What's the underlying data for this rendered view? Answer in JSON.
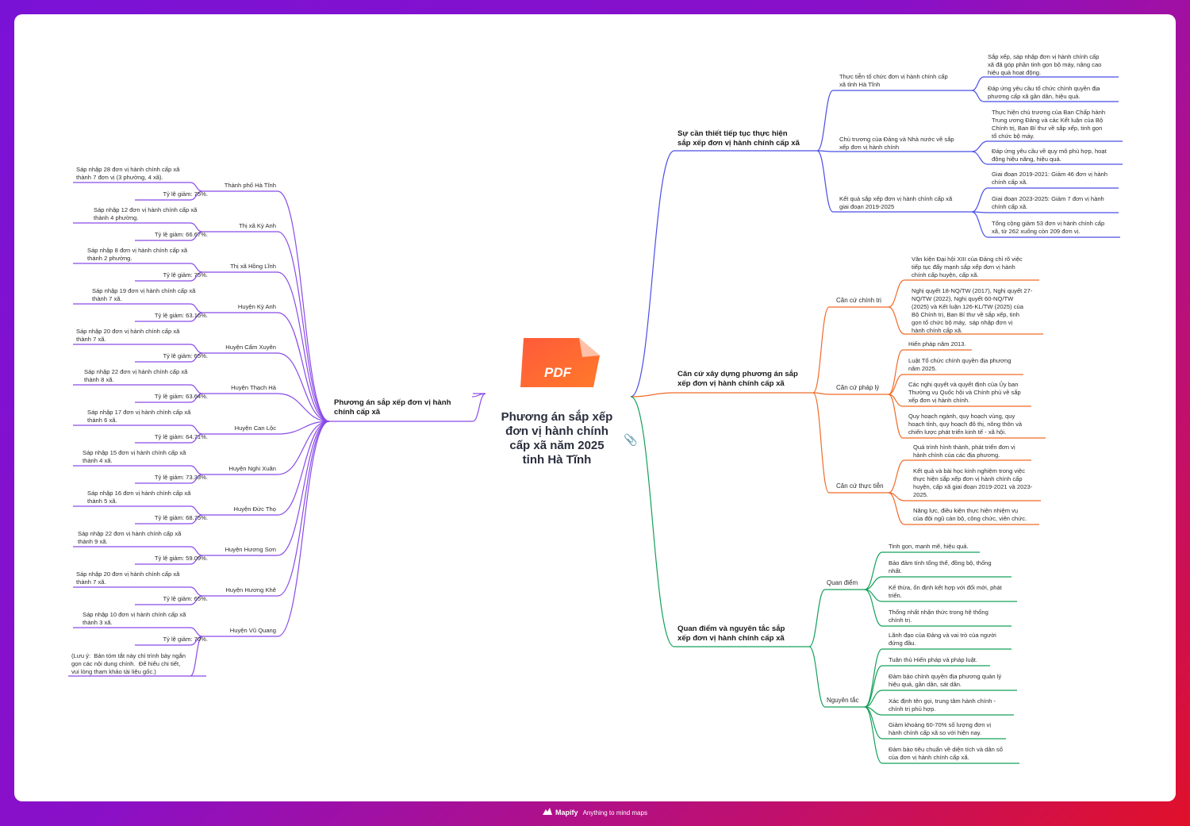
{
  "root": {
    "title": "Phương án sắp xếp\nđơn vị hành chính\ncấp xã năm 2025\ntỉnh Hà Tĩnh",
    "pdf_label": "PDF",
    "attachment_icon": "paperclip-icon"
  },
  "colors": {
    "blue": "#4a4ee6",
    "orange": "#ef6a28",
    "green": "#14a05a",
    "purple": "#8a4be8",
    "root_link": "#7a5be6"
  },
  "footer": {
    "brand": "Mapify",
    "tagline": "Anything to mind maps"
  },
  "right": {
    "branch1": {
      "title": "Sự cần thiết tiếp tục thực hiện\nsắp xếp đơn vị hành chính cấp xã",
      "sub": [
        {
          "label": "Thực tiễn tổ chức đơn vị hành chính cấp\nxã tỉnh Hà Tĩnh",
          "leaves": [
            "Sắp xếp, sáp nhập đơn vị hành chính cấp\nxã đã góp phần tinh gọn bộ máy, nâng cao\nhiệu quả hoạt động.",
            "Đáp ứng yêu cầu tổ chức chính quyền địa\nphương cấp xã gần dân, hiệu quả."
          ]
        },
        {
          "label": "Chủ trương của Đảng và Nhà nước về sắp\nxếp đơn vị hành chính",
          "leaves": [
            "Thực hiện chủ trương của Ban Chấp hành\nTrung ương Đảng và các Kết luận của Bộ\nChính trị, Ban Bí thư về sắp xếp, tinh gọn\ntổ chức bộ máy.",
            "Đáp ứng yêu cầu về quy mô phù hợp, hoạt\nđộng hiệu năng, hiệu quả."
          ]
        },
        {
          "label": "Kết quả sắp xếp đơn vị hành chính cấp xã\ngiai đoạn 2019-2025",
          "leaves": [
            "Giai đoạn 2019-2021: Giảm 46 đơn vị hành\nchính cấp xã.",
            "Giai đoạn 2023-2025: Giảm 7 đơn vị hành\nchính cấp xã.",
            "Tổng cộng giảm 53 đơn vị hành chính cấp\nxã, từ 262 xuống còn 209 đơn vị."
          ]
        }
      ]
    },
    "branch2": {
      "title": "Căn cứ xây dựng phương án sắp\nxếp đơn vị hành chính cấp xã",
      "sub": [
        {
          "label": "Căn cứ chính trị",
          "leaves": [
            "Văn kiện Đại hội XIII của Đảng chỉ rõ việc\ntiếp tục đẩy mạnh sắp xếp đơn vị hành\nchính cấp huyện, cấp xã.",
            "Nghị quyết 18-NQ/TW (2017), Nghị quyết 27-\nNQ/TW (2022), Nghị quyết 60-NQ/TW\n(2025) và Kết luận 126-KL/TW (2025) của\nBộ Chính trị, Ban Bí thư về sắp xếp, tinh\ngọn tổ chức bộ máy,  sáp nhập đơn vị\nhành chính cấp xã."
          ]
        },
        {
          "label": "Căn cứ pháp lý",
          "leaves": [
            "Hiến pháp năm 2013.",
            "Luật Tổ chức chính quyền địa phương\nnăm 2025.",
            "Các nghị quyết và quyết định của Ủy ban\nThường vụ Quốc hội và Chính phủ về sắp\nxếp đơn vị hành chính.",
            "Quy hoạch ngành, quy hoạch vùng, quy\nhoạch tỉnh, quy hoạch đô thị, nông thôn và\nchiến lược phát triển kinh tế - xã hội."
          ]
        },
        {
          "label": "Căn cứ thực tiễn",
          "leaves": [
            "Quá trình hình thành, phát triển đơn vị\nhành chính của các địa phương.",
            "Kết quả và bài học kinh nghiệm trong việc\nthực hiện sắp xếp đơn vị hành chính cấp\nhuyện, cấp xã giai đoạn 2019-2021 và 2023-\n2025.",
            "Năng lực, điều kiện thực hiện nhiệm vụ\ncủa đội ngũ cán bộ, công chức, viên chức."
          ]
        }
      ]
    },
    "branch3": {
      "title": "Quan điểm và nguyên tắc sắp\nxếp đơn vị hành chính cấp xã",
      "sub": [
        {
          "label": "Quan điểm",
          "leaves": [
            "Tinh gọn, mạnh mẽ, hiệu quả.",
            "Bảo đảm tính tổng thể, đồng bộ, thống\nnhất.",
            "Kế thừa, ổn định kết hợp với đổi mới, phát\ntriển.",
            "Thống nhất nhận thức trong hệ thống\nchính trị."
          ]
        },
        {
          "label": "Nguyên tắc",
          "leaves": [
            "Lãnh đạo của Đảng và vai trò của người\nđứng đầu.",
            "Tuân thủ Hiến pháp và pháp luật.",
            "Đảm bảo chính quyền địa phương quản lý\nhiệu quả, gần dân, sát dân.",
            "Xác định tên gọi, trung tâm hành chính -\nchính trị phù hợp.",
            "Giảm khoảng 60-70% số lượng đơn vị\nhành chính cấp xã so với hiện nay.",
            "Đảm bảo tiêu chuẩn về diện tích và dân số\ncủa đơn vị hành chính cấp xã."
          ]
        }
      ]
    }
  },
  "left": {
    "title": "Phương án sắp xếp đơn vị hành\nchính cấp xã",
    "districts": [
      {
        "name": "Thành phố Hà Tĩnh",
        "merge": "Sáp nhập 28 đơn vị hành chính cấp xã\nthành 7 đơn vị (3 phường, 4 xã).",
        "rate": "Tỷ lệ giảm: 75%."
      },
      {
        "name": "Thị xã Kỳ Anh",
        "merge": "Sáp nhập 12 đơn vị hành chính cấp xã\nthành 4 phường.",
        "rate": "Tỷ lệ giảm: 66.67%."
      },
      {
        "name": "Thị xã Hồng Lĩnh",
        "merge": "Sáp nhập 8 đơn vị hành chính cấp xã\nthành 2 phường.",
        "rate": "Tỷ lệ giảm: 75%."
      },
      {
        "name": "Huyện Kỳ Anh",
        "merge": "Sáp nhập 19 đơn vị hành chính cấp xã\nthành 7 xã.",
        "rate": "Tỷ lệ giảm: 63.16%."
      },
      {
        "name": "Huyện Cẩm Xuyên",
        "merge": "Sáp nhập 20 đơn vị hành chính cấp xã\nthành 7 xã.",
        "rate": "Tỷ lệ giảm: 65%."
      },
      {
        "name": "Huyện Thạch Hà",
        "merge": "Sáp nhập 22 đơn vị hành chính cấp xã\nthành 8 xã.",
        "rate": "Tỷ lệ giảm: 63.64%."
      },
      {
        "name": "Huyện Can Lộc",
        "merge": "Sáp nhập 17 đơn vị hành chính cấp xã\nthành 6 xã.",
        "rate": "Tỷ lệ giảm: 64.71%."
      },
      {
        "name": "Huyện Nghi Xuân",
        "merge": "Sáp nhập 15 đơn vị hành chính cấp xã\nthành 4 xã.",
        "rate": "Tỷ lệ giảm: 73.33%."
      },
      {
        "name": "Huyện Đức Thọ",
        "merge": "Sáp nhập 16 đơn vị hành chính cấp xã\nthành 5 xã.",
        "rate": "Tỷ lệ giảm: 68.75%."
      },
      {
        "name": "Huyện Hương Sơn",
        "merge": "Sáp nhập 22 đơn vị hành chính cấp xã\nthành 9 xã.",
        "rate": "Tỷ lệ giảm: 59.09%."
      },
      {
        "name": "Huyện Hương Khê",
        "merge": "Sáp nhập 20 đơn vị hành chính cấp xã\nthành 7 xã.",
        "rate": "Tỷ lệ giảm: 65%."
      },
      {
        "name": "Huyện Vũ Quang",
        "merge": "Sáp nhập 10 đơn vị hành chính cấp xã\nthành 3 xã.",
        "rate": "Tỷ lệ giảm: 70%.",
        "note": "(Lưu ý:  Bản tóm tắt này chỉ trình bày ngắn\ngọn các nội dung chính.  Để hiểu chi tiết,\nvui lòng tham khảo tài liệu gốc.)"
      }
    ]
  }
}
